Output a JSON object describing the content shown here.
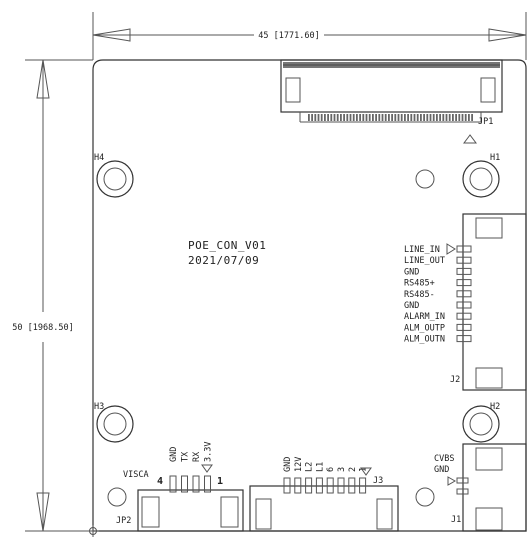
{
  "dimensions": {
    "width_label": "45 [1771.60]",
    "height_label": "50 [1968.50]"
  },
  "board": {
    "name": "POE_CON_V01",
    "date": "2021/07/09"
  },
  "holes": [
    "H1",
    "H2",
    "H3",
    "H4"
  ],
  "connectors": {
    "jp1": {
      "ref": "JP1"
    },
    "j2": {
      "ref": "J2",
      "pins": [
        "LINE_IN",
        "LINE_OUT",
        "GND",
        "RS485+",
        "RS485-",
        "GND",
        "ALARM_IN",
        "ALM_OUTP",
        "ALM_OUTN"
      ]
    },
    "j3": {
      "ref": "J3",
      "pins": [
        "GND",
        "12V",
        "L2",
        "L1",
        "6",
        "3",
        "2",
        "1"
      ]
    },
    "jp2": {
      "ref": "JP2",
      "title": "VISCA",
      "pins": [
        "GND",
        "TX",
        "RX",
        "3.3V"
      ],
      "pin_first": "4",
      "pin_last": "1"
    },
    "j1": {
      "ref": "J1",
      "pins": [
        "CVBS",
        "GND"
      ]
    }
  }
}
